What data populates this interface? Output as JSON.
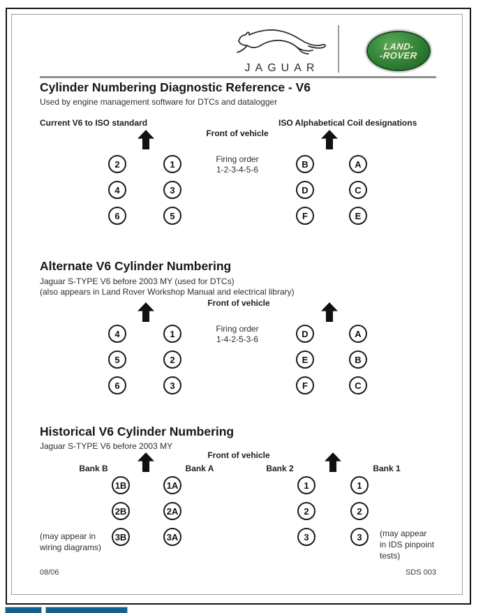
{
  "header": {
    "jaguar_wordmark": "JAGUAR",
    "landrover_line1": "LAND-",
    "landrover_line2": "-ROVER"
  },
  "title": "Cylinder Numbering Diagnostic Reference - V6",
  "subtitle": "Used by engine management software for DTCs and datalogger",
  "sections": [
    {
      "label_left": "Current V6 to ISO standard",
      "label_right": "ISO Alphabetical Coil designations",
      "front_label": "Front of vehicle",
      "firing_order_label": "Firing order",
      "firing_order": "1-2-3-4-5-6",
      "left_group": [
        [
          "2",
          "1"
        ],
        [
          "4",
          "3"
        ],
        [
          "6",
          "5"
        ]
      ],
      "right_group": [
        [
          "B",
          "A"
        ],
        [
          "D",
          "C"
        ],
        [
          "F",
          "E"
        ]
      ]
    },
    {
      "title": "Alternate V6 Cylinder Numbering",
      "subtitle1": "Jaguar S-TYPE V6 before 2003 MY (used for DTCs)",
      "subtitle2": "(also appears in Land Rover Workshop Manual and electrical library)",
      "front_label": "Front of vehicle",
      "firing_order_label": "Firing order",
      "firing_order": "1-4-2-5-3-6",
      "left_group": [
        [
          "4",
          "1"
        ],
        [
          "5",
          "2"
        ],
        [
          "6",
          "3"
        ]
      ],
      "right_group": [
        [
          "D",
          "A"
        ],
        [
          "E",
          "B"
        ],
        [
          "F",
          "C"
        ]
      ]
    },
    {
      "title": "Historical V6 Cylinder Numbering",
      "subtitle1": "Jaguar S-TYPE V6 before 2003 MY",
      "front_label": "Front of vehicle",
      "bank_labels": [
        "Bank B",
        "Bank A",
        "Bank 2",
        "Bank 1"
      ],
      "left_group": [
        [
          "1B",
          "1A"
        ],
        [
          "2B",
          "2A"
        ],
        [
          "3B",
          "3A"
        ]
      ],
      "right_group": [
        [
          "1",
          "1"
        ],
        [
          "2",
          "2"
        ],
        [
          "3",
          "3"
        ]
      ],
      "note_left": "(may appear in\nwiring diagrams)",
      "note_right": "(may appear\nin IDS pinpoint\ntests)"
    }
  ],
  "footer": {
    "date": "08/06",
    "doc_number": "SDS 003"
  },
  "colors": {
    "landrover_green": "#2e7e33",
    "taskbar_blue": "#12618f",
    "arrow_black": "#111111",
    "rule_gray": "#8f8f8f"
  }
}
